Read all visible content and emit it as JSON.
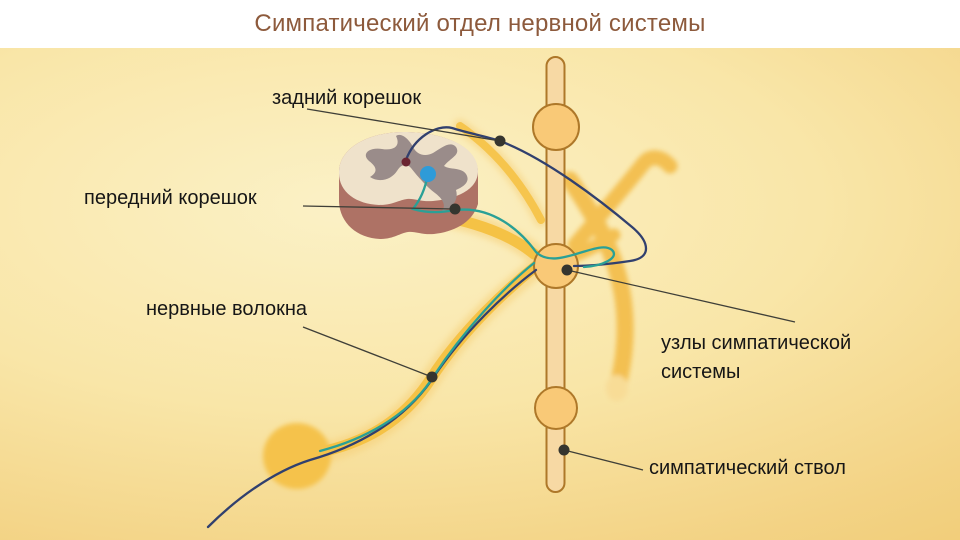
{
  "title": "Симпатический отдел нервной системы",
  "labels": {
    "posterior_root": "задний корешок",
    "anterior_root": "передний корешок",
    "nerve_fibers": "нервные волокна",
    "sympathetic_ganglia": "узлы симпатической системы",
    "sympathetic_trunk": "симпатический ствол"
  },
  "colors": {
    "title_text": "#8D5A3C",
    "label_text": "#161616",
    "background_gold_edge": "#EFC466",
    "background_gold_center": "#FBF1C6",
    "trunk_fill": "#F7D9A4",
    "trunk_stroke": "#AE7829",
    "ganglion_fill": "#F9C977",
    "nerve_band_yellow": "#F5C245",
    "branch_soft_gold": "#F3BE4E",
    "fiber_navy": "#31406E",
    "fiber_teal": "#2AA096",
    "cross_section_body": "#AE7265",
    "cross_section_surface": "#EFE2CB",
    "gray_matter": "#9A8C8A",
    "neuron_dot_blue": "#2E9BD8",
    "neuron_dot_red": "#6B2531",
    "marker_dot": "#35352F",
    "leader_line": "#3F3F38"
  }
}
